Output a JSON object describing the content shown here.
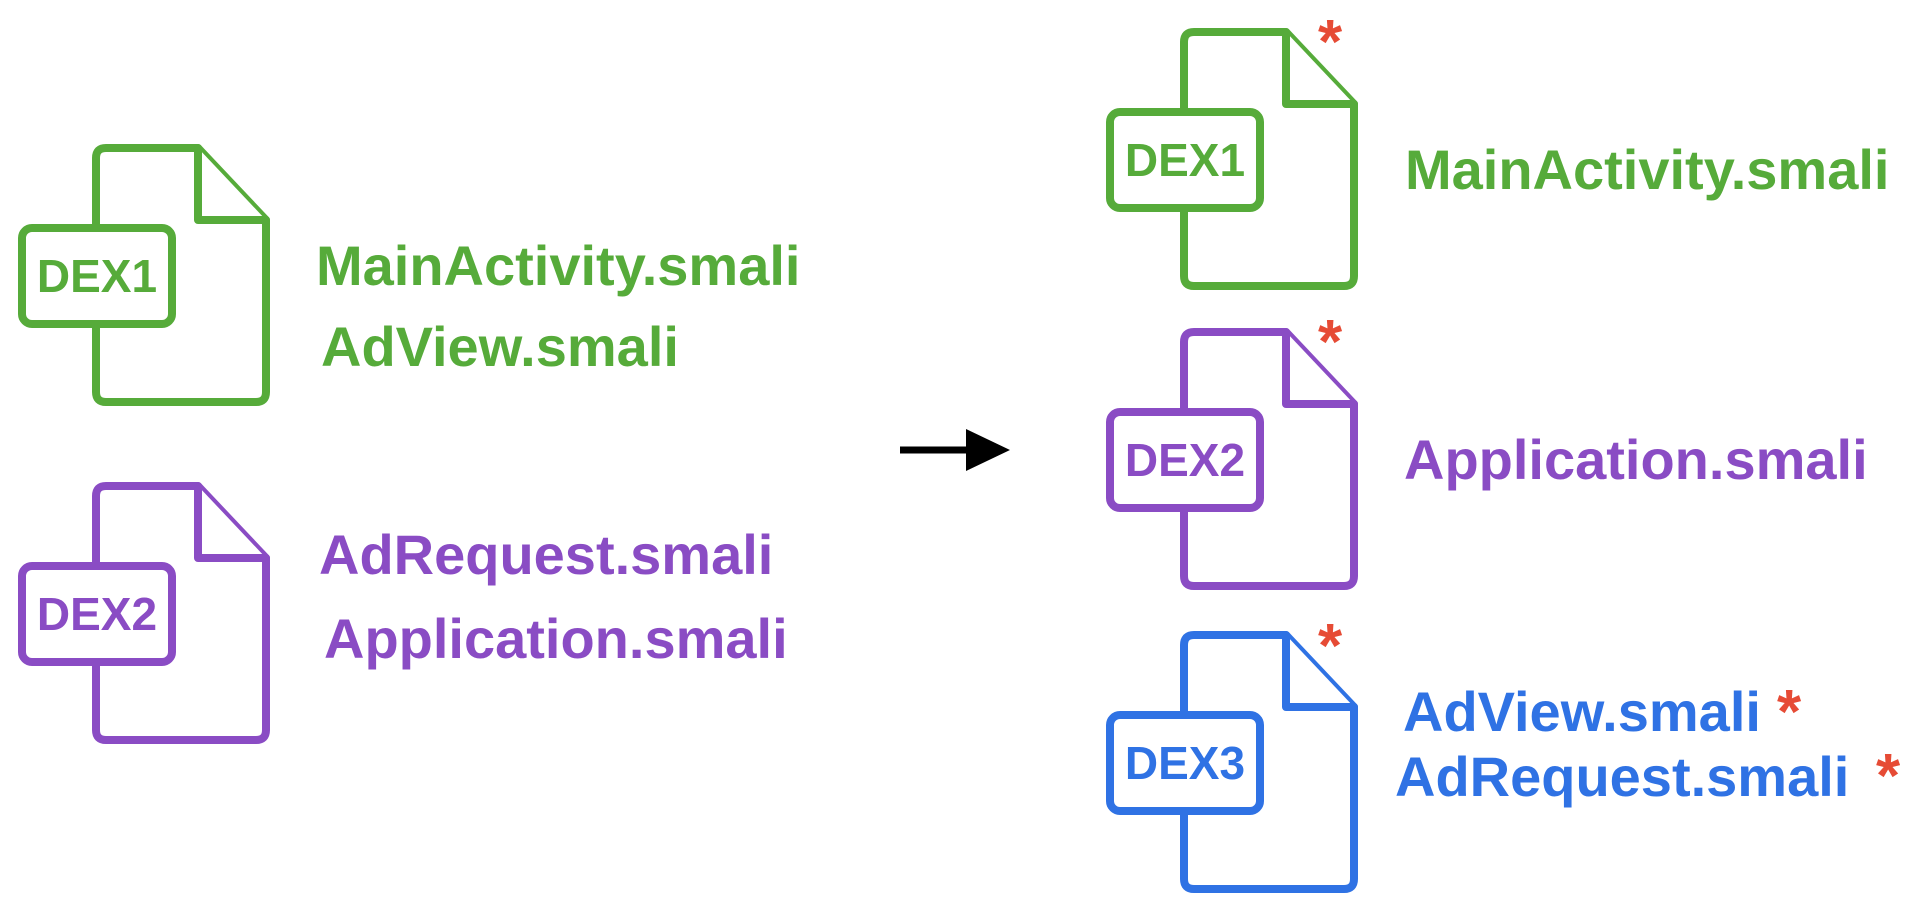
{
  "colors": {
    "dex1": "#56ab3a",
    "dex2": "#8a4cc4",
    "dex3": "#2f72e4",
    "star": "#e64b35",
    "arrow": "#000000"
  },
  "before": {
    "dex1": {
      "label": "DEX1",
      "files": [
        "MainActivity.smali",
        "AdView.smali"
      ]
    },
    "dex2": {
      "label": "DEX2",
      "files": [
        "AdRequest.smali",
        "Application.smali"
      ]
    }
  },
  "after": {
    "dex1": {
      "label": "DEX1",
      "files": [
        "MainActivity.smali"
      ]
    },
    "dex2": {
      "label": "DEX2",
      "files": [
        "Application.smali"
      ]
    },
    "dex3": {
      "label": "DEX3",
      "files": [
        "AdView.smali",
        "AdRequest.smali"
      ]
    }
  },
  "marker": "*",
  "icons": {
    "file": "document-file-icon",
    "arrow": "right-arrow-icon"
  }
}
